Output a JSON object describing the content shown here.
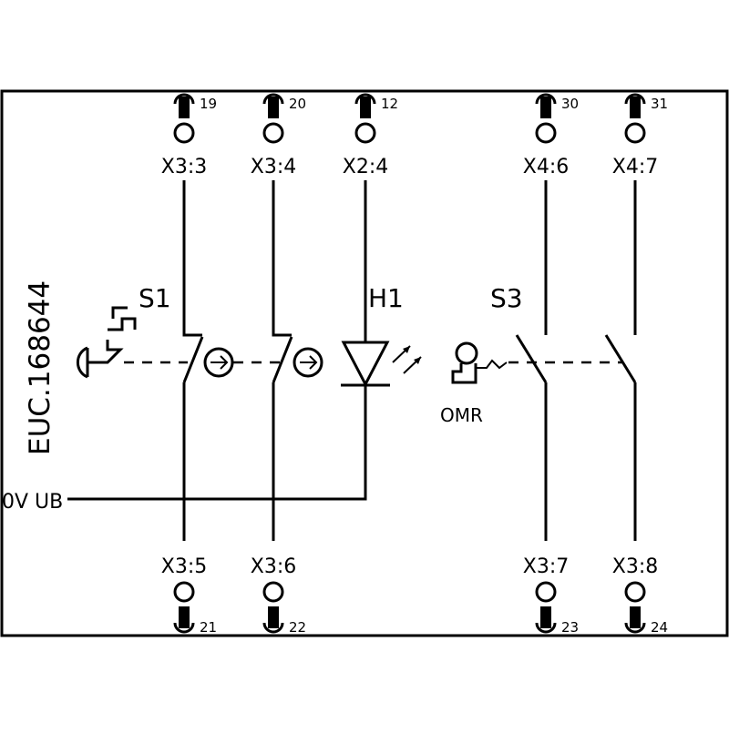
{
  "diagram": {
    "side_label": "EUC.168644",
    "supply_label": "0V UB",
    "omr_label": "OMR",
    "devices": {
      "s1": "S1",
      "h1": "H1",
      "s3": "S3"
    },
    "top_terminals": [
      {
        "label": "X3:3",
        "pin": "19"
      },
      {
        "label": "X3:4",
        "pin": "20"
      },
      {
        "label": "X2:4",
        "pin": "12"
      },
      {
        "label": "X4:6",
        "pin": "30"
      },
      {
        "label": "X4:7",
        "pin": "31"
      }
    ],
    "bottom_terminals": [
      {
        "label": "X3:5",
        "pin": "21"
      },
      {
        "label": "X3:6",
        "pin": "22"
      },
      {
        "label": "X3:7",
        "pin": "23"
      },
      {
        "label": "X3:8",
        "pin": "24"
      }
    ]
  }
}
